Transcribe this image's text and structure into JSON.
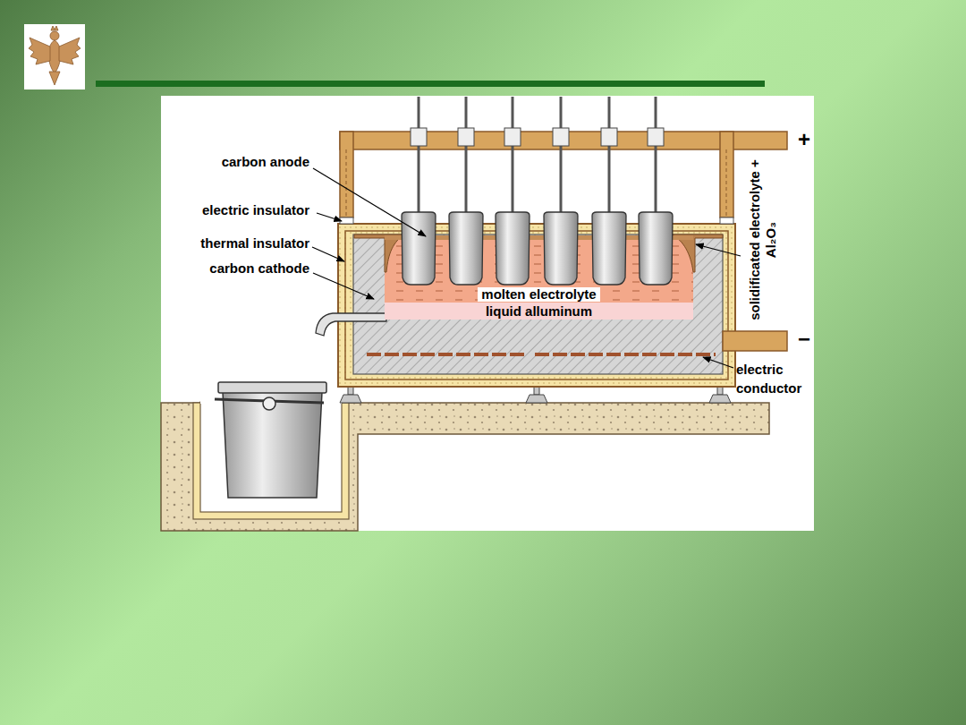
{
  "diagram": {
    "nodes": [
      {
        "text": [
          "molten electrolyte"
        ]
      },
      {
        "text": [
          "liquid alluminum"
        ]
      }
    ],
    "labels": [
      "carbon anode",
      "electric insulator",
      "thermal insulator",
      "carbon cathode",
      "solidificated electrolyte + Al₂O₃",
      "+",
      "−",
      "electric conductor"
    ]
  }
}
